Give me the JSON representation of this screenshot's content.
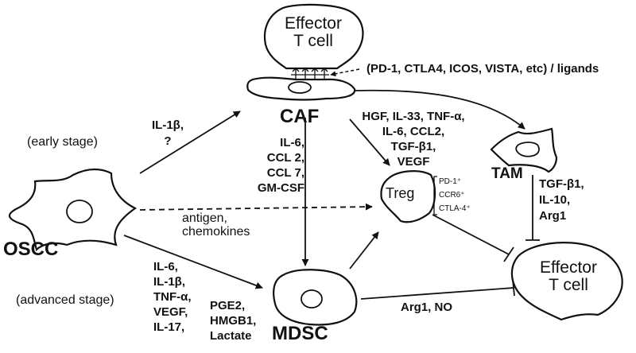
{
  "nodes": {
    "effector_top": "Effector\nT cell",
    "caf": "CAF",
    "treg": "Treg",
    "tam": "TAM",
    "oscc": "OSCC",
    "mdsc": "MDSC",
    "effector_bottom": "Effector\nT cell"
  },
  "labels": {
    "checkpoints": "(PD-1, CTLA4, ICOS, VISTA, etc) / ligands",
    "early_stage": "(early stage)",
    "advanced_stage": "(advanced stage)",
    "oscc_to_caf": [
      "IL-1β,",
      "?"
    ],
    "caf_to_mdsc": [
      "IL-6,",
      "CCL 2,",
      "CCL 7,",
      "GM-CSF"
    ],
    "caf_to_treg": [
      "HGF, IL-33, TNF-α,",
      "IL-6, CCL2,",
      "TGF-β1,",
      "VEGF"
    ],
    "treg_markers": [
      "PD-1⁺",
      "CCR6⁺",
      "CTLA-4⁺"
    ],
    "tam_factors": [
      "TGF-β1,",
      "IL-10,",
      "Arg1"
    ],
    "oscc_to_treg": [
      "antigen,",
      "chemokines"
    ],
    "oscc_to_mdsc_col1": [
      "IL-6,",
      "IL-1β,",
      "TNF-α,",
      "VEGF,",
      "IL-17,"
    ],
    "oscc_to_mdsc_col2": [
      "PGE2,",
      "HMGB1,",
      "Lactate"
    ],
    "mdsc_to_effector": "Arg1, NO"
  }
}
